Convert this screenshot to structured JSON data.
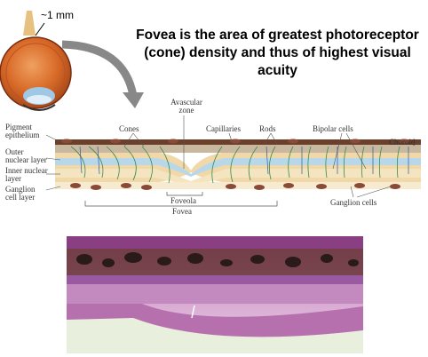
{
  "title": "Fovea is the area of greatest photoreceptor (cone) density and thus of highest visual acuity",
  "scale_label": "~1 mm",
  "diagram_labels": {
    "pigment_epithelium": "Pigment epithelium",
    "outer_nuclear_layer": "Outer nuclear layer",
    "inner_nuclear_layer": "Inner nuclear layer",
    "ganglion_cell_layer": "Ganglion cell layer",
    "cones": "Cones",
    "avascular_zone": "Avascular zone",
    "capillaries": "Capillaries",
    "rods": "Rods",
    "bipolar_cells": "Bipolar cells",
    "choroid": "Choroid",
    "foveola": "Foveola",
    "fovea": "Fovea",
    "ganglion_cells": "Ganglion cells"
  }
}
